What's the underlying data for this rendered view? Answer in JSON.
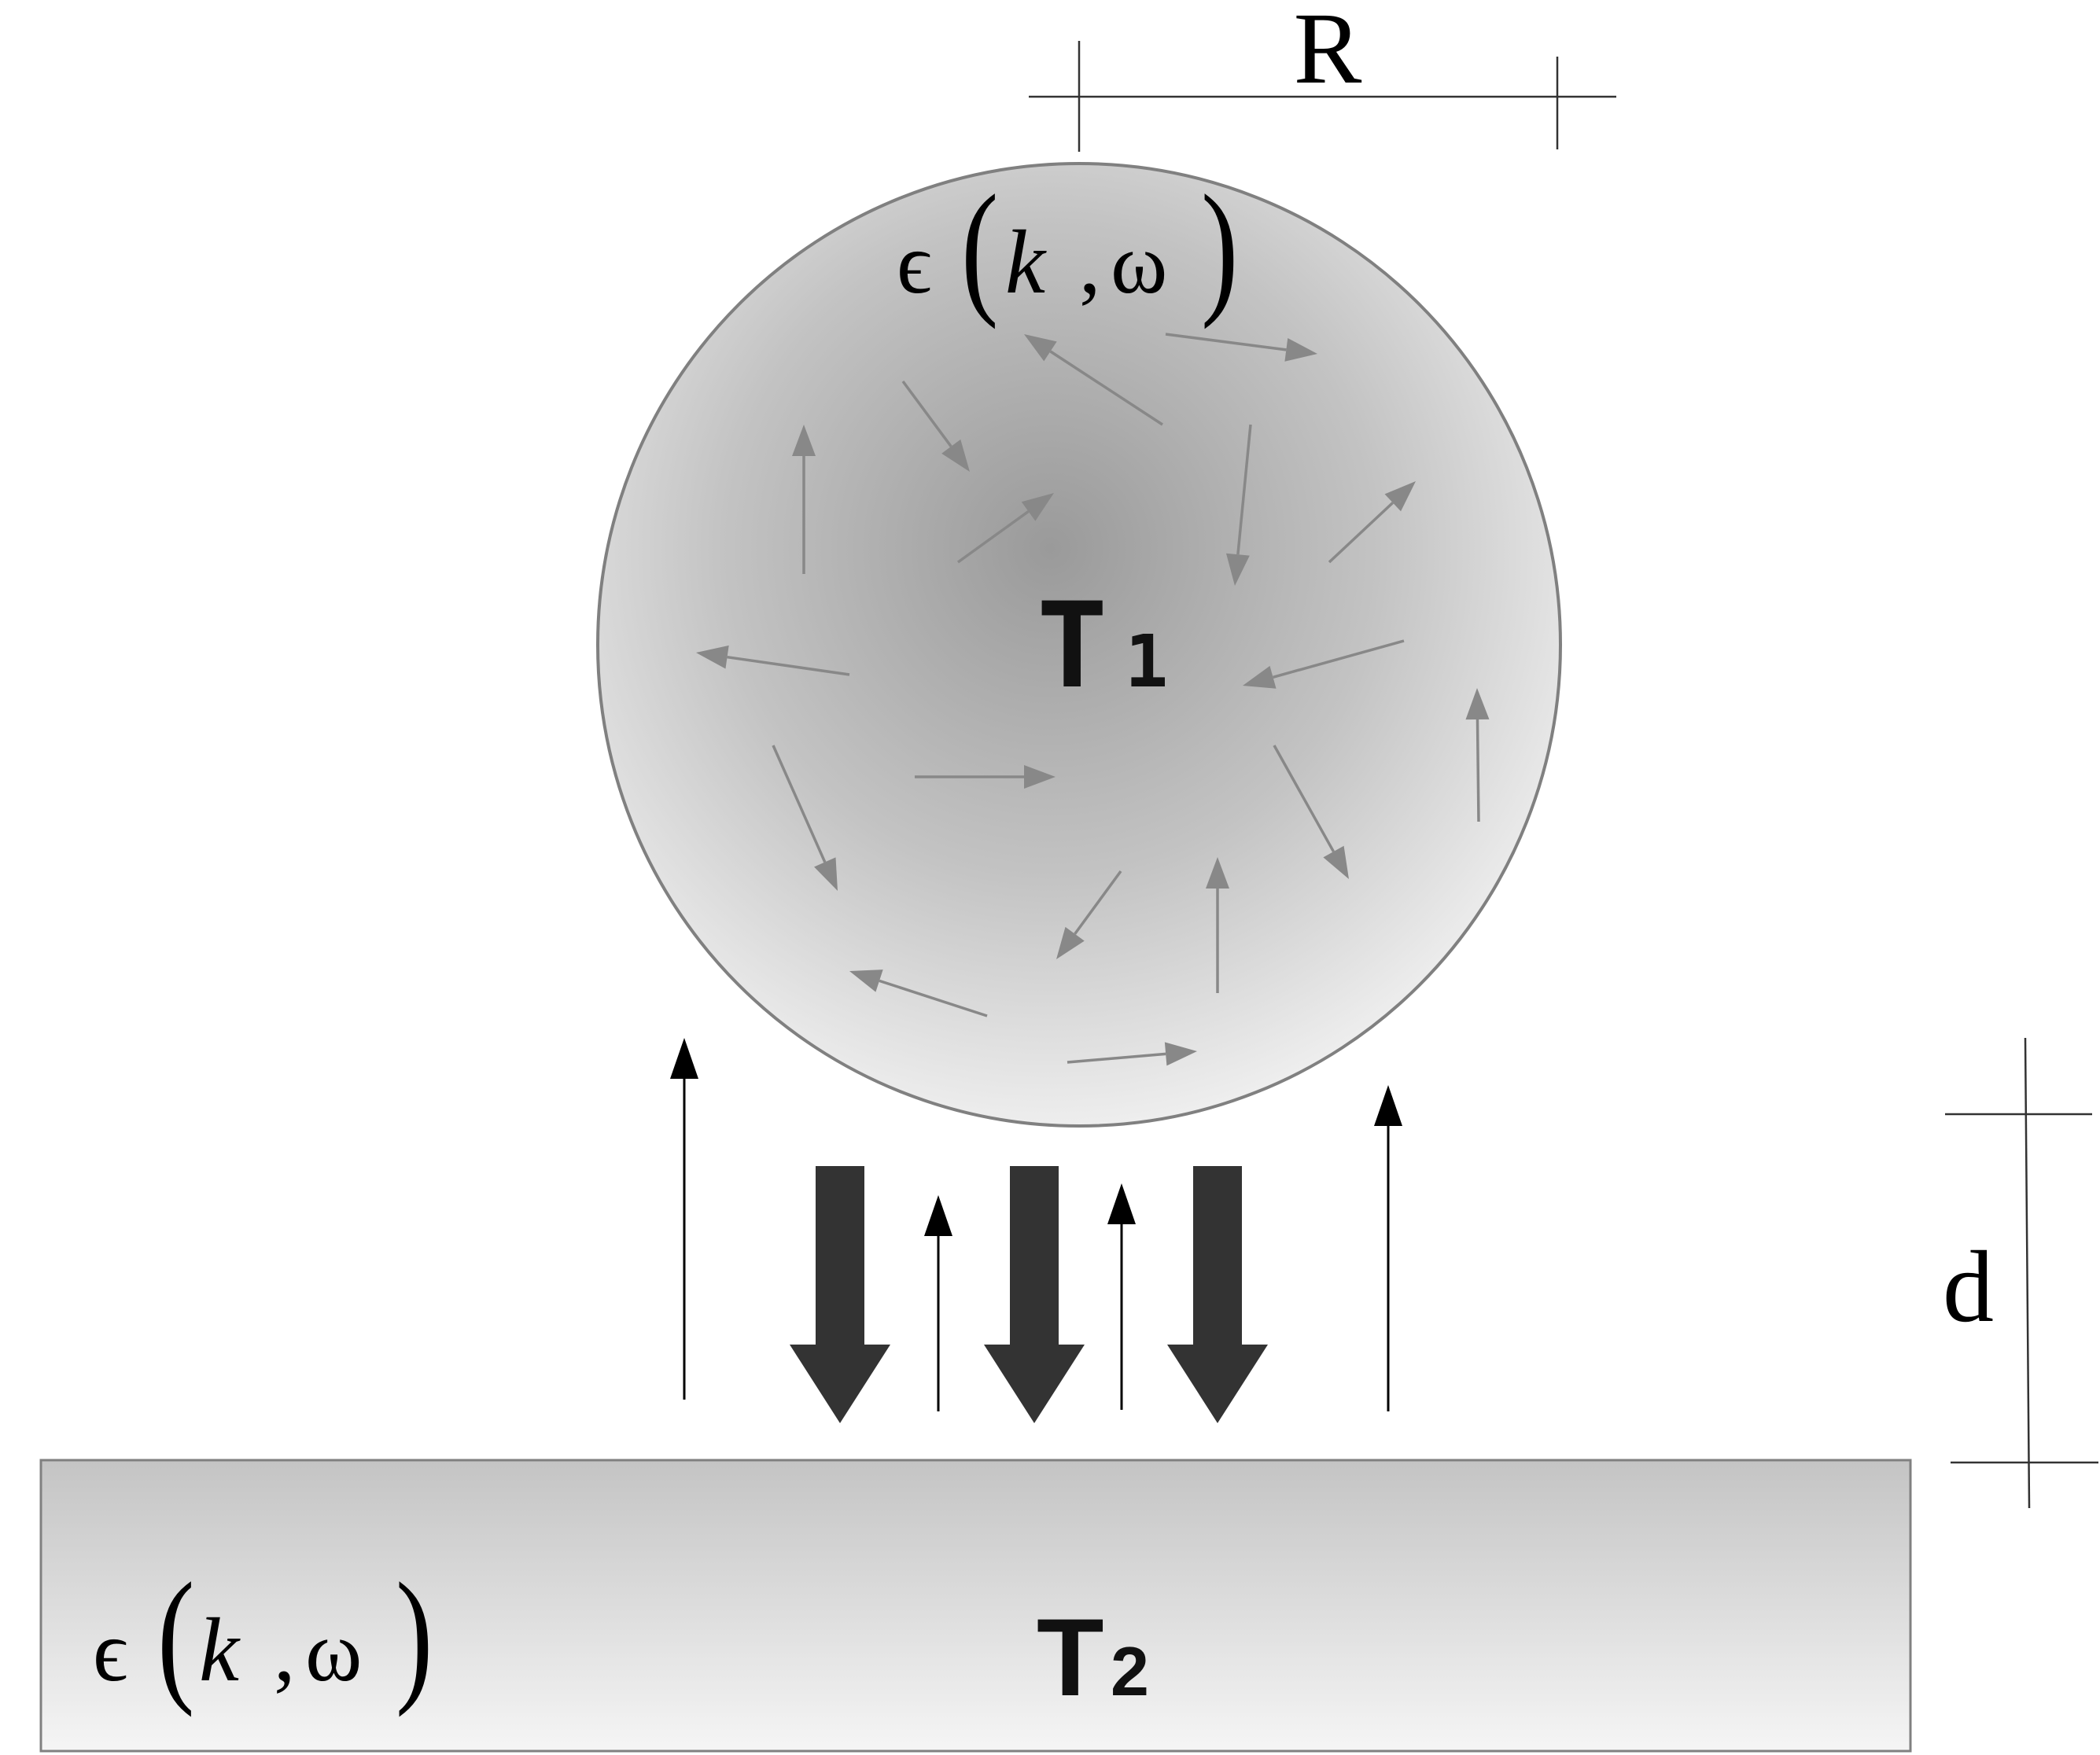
{
  "labels": {
    "radius": "R",
    "distance": "d",
    "sphere_eps": {
      "prefix": "ϵ",
      "k": "k",
      "sep": ",",
      "omega": "ω"
    },
    "slab_eps": {
      "prefix": "ϵ",
      "k": "k",
      "sep": ",",
      "omega": "ω"
    },
    "sphere_temp": {
      "letter": "T",
      "sub": "1"
    },
    "slab_temp": {
      "letter": "T",
      "sub": "2"
    }
  },
  "colors": {
    "outline": "#808080",
    "inner_arrow": "#888888",
    "heavy_arrow": "#333333",
    "thin_arrow": "#000000",
    "dimension_line": "#333333"
  }
}
